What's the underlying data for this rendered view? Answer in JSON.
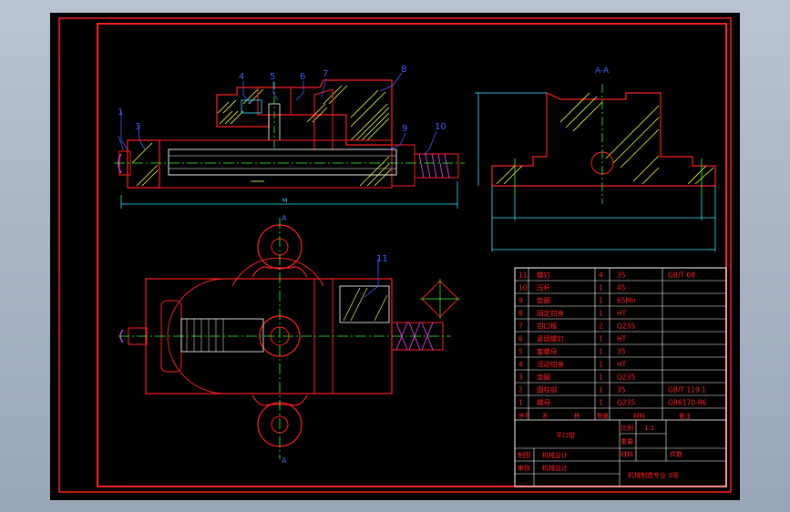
{
  "balloons": [
    "1",
    "3",
    "4",
    "5",
    "6",
    "7",
    "8",
    "9",
    "10",
    "11"
  ],
  "section_label": "A-A",
  "section_marks": [
    "A",
    "A"
  ],
  "dim_text": "M",
  "parts": [
    {
      "no": "11",
      "name": "螺钉",
      "qty": "4",
      "mat": "35",
      "std": "GB/T 68"
    },
    {
      "no": "10",
      "name": "压杆",
      "qty": "1",
      "mat": "45",
      "std": ""
    },
    {
      "no": "9",
      "name": "垫圈",
      "qty": "1",
      "mat": "65Mn",
      "std": ""
    },
    {
      "no": "8",
      "name": "固定钳身",
      "qty": "1",
      "mat": "HT",
      "std": ""
    },
    {
      "no": "7",
      "name": "钳口板",
      "qty": "2",
      "mat": "Q235",
      "std": ""
    },
    {
      "no": "6",
      "name": "紧固螺钉",
      "qty": "1",
      "mat": "HT",
      "std": ""
    },
    {
      "no": "5",
      "name": "套螺母",
      "qty": "1",
      "mat": "35",
      "std": ""
    },
    {
      "no": "4",
      "name": "活动钳身",
      "qty": "1",
      "mat": "HT",
      "std": ""
    },
    {
      "no": "3",
      "name": "垫圈",
      "qty": "1",
      "mat": "Q235",
      "std": ""
    },
    {
      "no": "2",
      "name": "圆柱销",
      "qty": "1",
      "mat": "35",
      "std": "GB/T 119.1"
    },
    {
      "no": "1",
      "name": "螺母",
      "qty": "1",
      "mat": "Q235",
      "std": "GB6170-86"
    }
  ],
  "header_cols": [
    "序号",
    "名",
    "称",
    "数量",
    "材料",
    "备注"
  ],
  "title": "平口钳",
  "scale_label": "比例",
  "scale_value": "1:1",
  "sheet_label": "件数",
  "weight_label": "重量",
  "material_label": "材料",
  "drawn_label": "制图",
  "checked_label": "审核",
  "drawn_value": "机械设计",
  "checked_value": "机械设计",
  "school": "机械制造专业 3班",
  "colors": {
    "red": "#ff2020",
    "white": "#ffffff",
    "yellow": "#ffff40",
    "green": "#30ff30",
    "cyan": "#30e8ff",
    "blue": "#4060ff",
    "magenta": "#ff40ff"
  }
}
